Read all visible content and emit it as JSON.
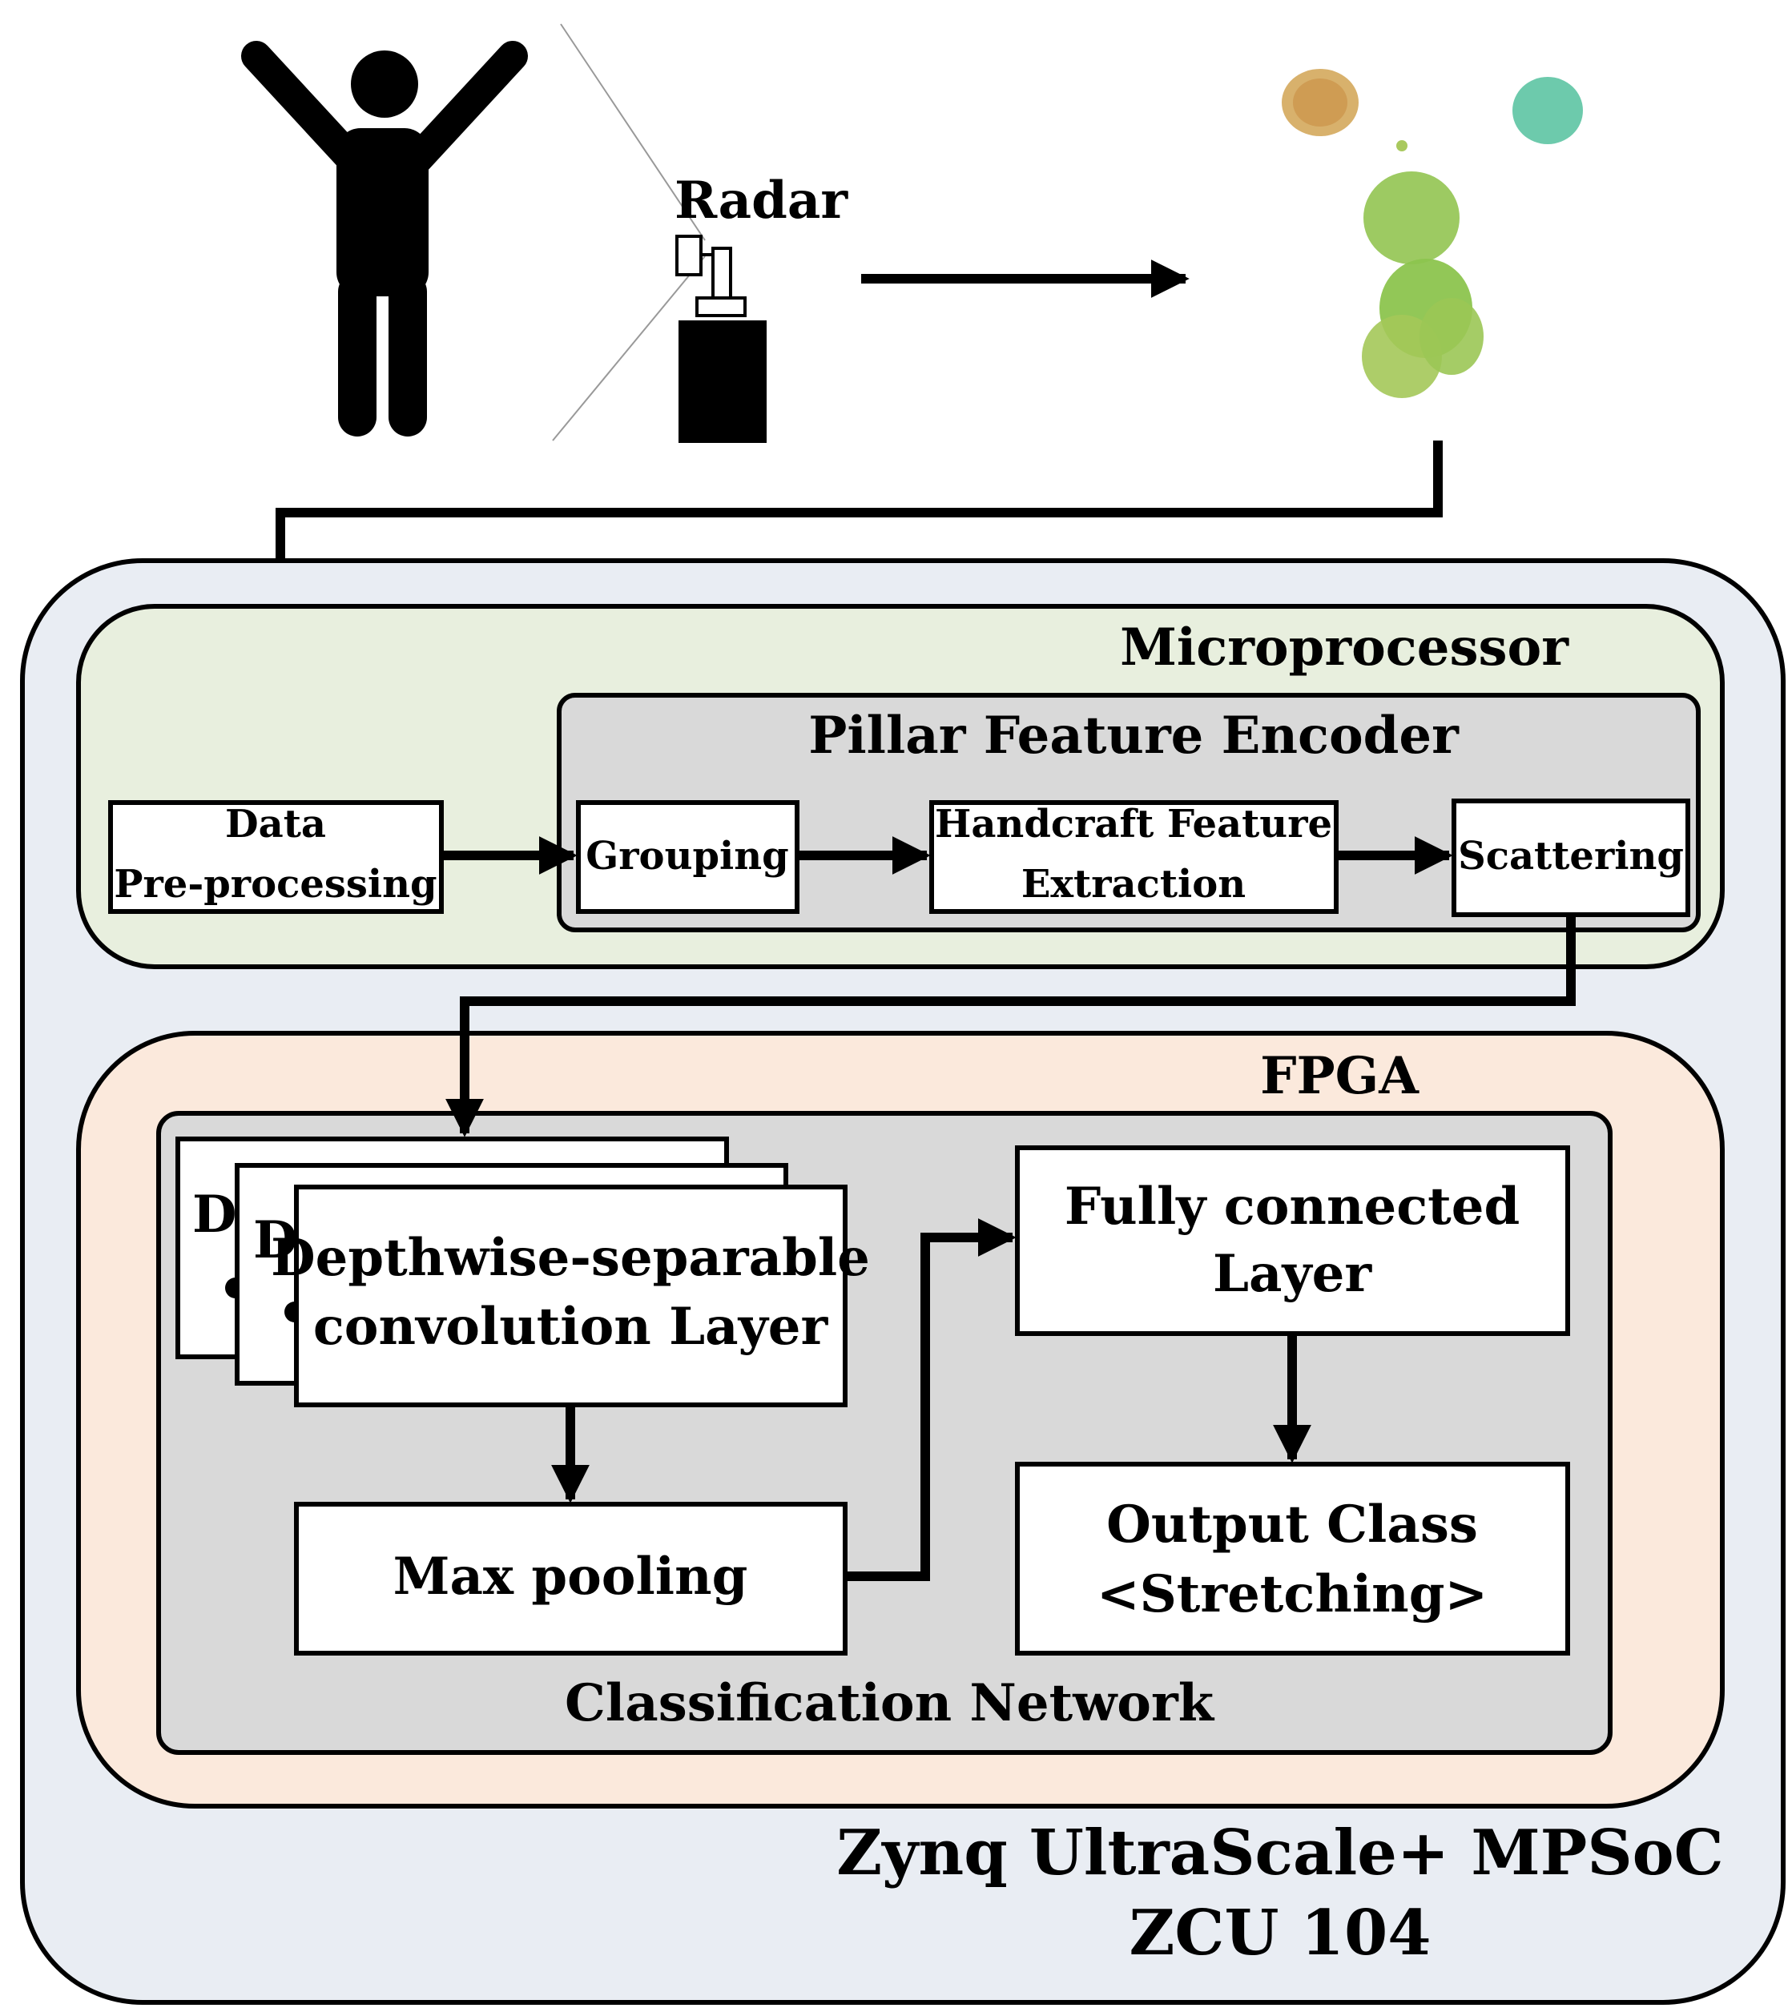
{
  "radar": {
    "label": "Radar"
  },
  "board": {
    "line1": "Zynq UltraScale+ MPSoC",
    "line2": "ZCU 104",
    "color": "#E9EDF3"
  },
  "microprocessor": {
    "label": "Microprocessor",
    "color": "#E8EFDE"
  },
  "pre_processing": {
    "line1": "Data",
    "line2": "Pre-processing"
  },
  "encoder": {
    "title": "Pillar Feature Encoder",
    "grouping": "Grouping",
    "handcraft_line1": "Handcraft Feature",
    "handcraft_line2": "Extraction",
    "scattering": "Scattering"
  },
  "fpga": {
    "label": "FPGA",
    "color": "#FBE9DC"
  },
  "classification": {
    "title": "Classification Network",
    "conv_line1": "Depthwise-separable",
    "conv_line2": "convolution Layer",
    "stack_letter": "D",
    "max_pool": "Max pooling",
    "fc_line1": "Fully connected",
    "fc_line2": "Layer",
    "out_line1": "Output Class",
    "out_line2": "<Stretching>",
    "panel_color": "#D9D9D9"
  },
  "icons": {
    "person": "person-arms-raised-icon",
    "radar": "radar-device-icon",
    "point_cloud": "point-cloud-image"
  }
}
